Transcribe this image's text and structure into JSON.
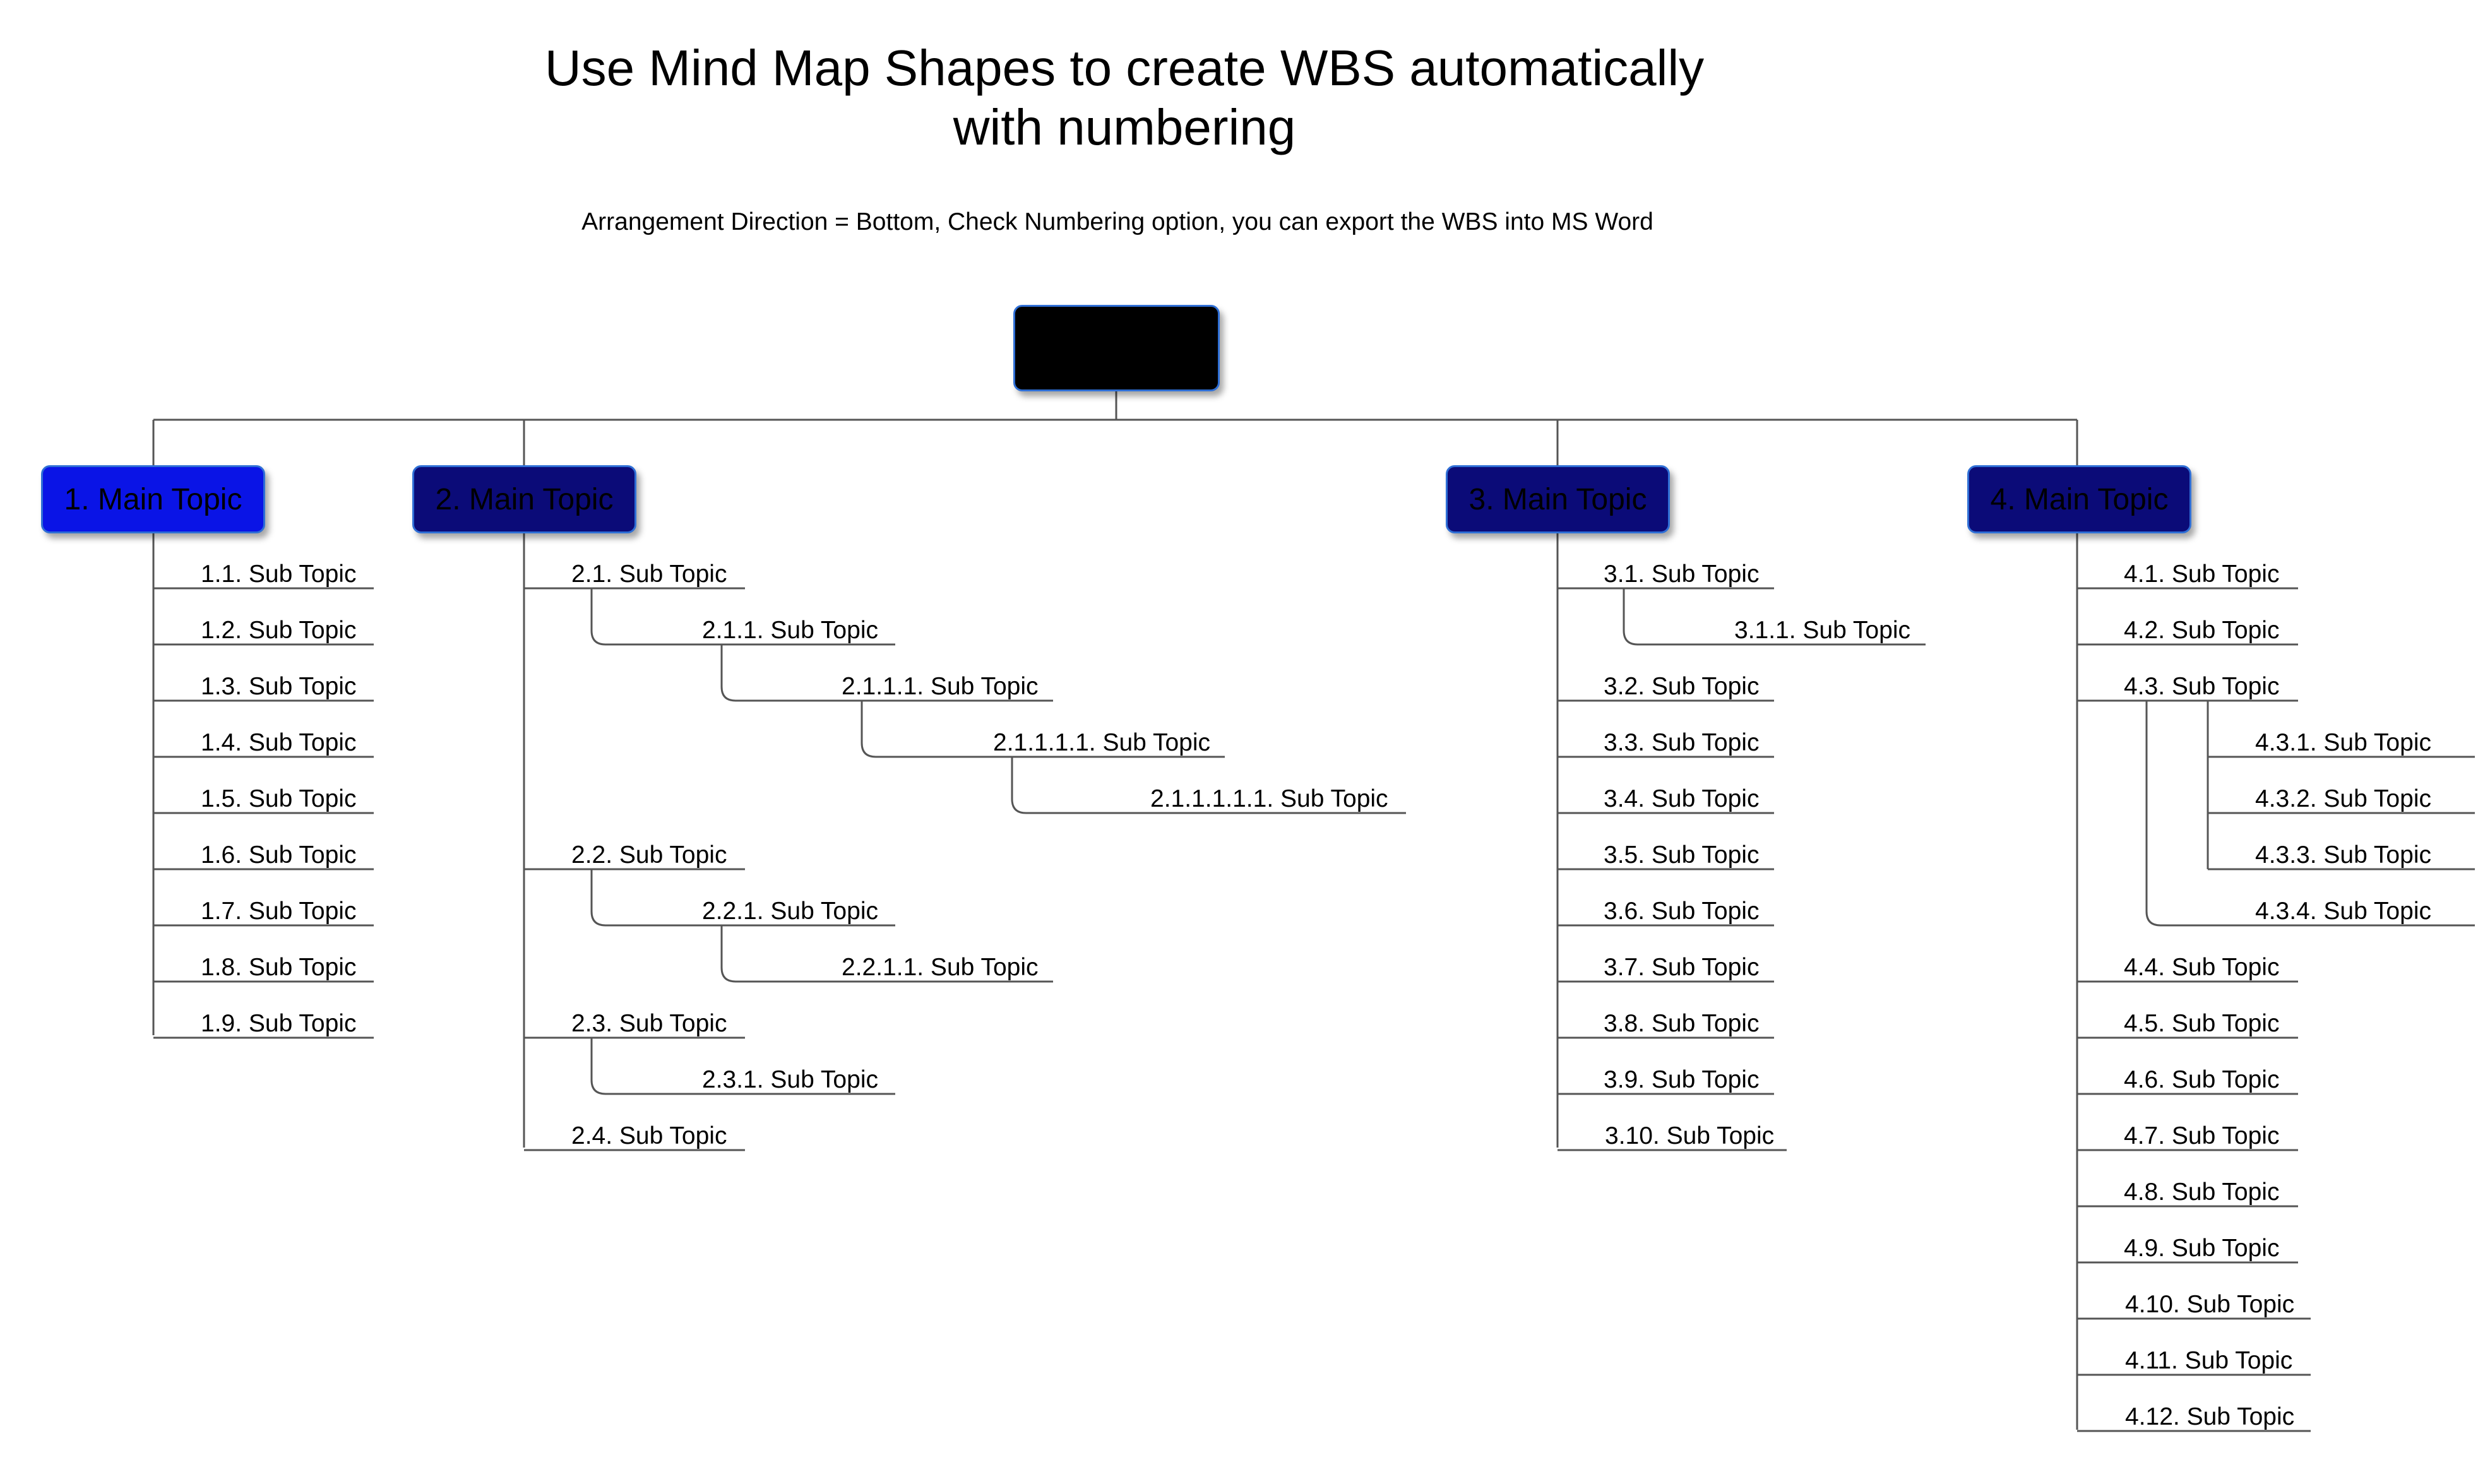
{
  "title": {
    "line1": "Use Mind Map Shapes to create WBS automatically",
    "line2": "with numbering"
  },
  "subtitle": "Arrangement Direction = Bottom, Check Numbering option, you can export the WBS into MS Word",
  "root": {
    "label": "",
    "color": "#000000"
  },
  "colors": {
    "line": "#555555",
    "border": "#2f6fd6",
    "main1": "#0a14e6",
    "main_other": "#0b0b78"
  },
  "mains": [
    {
      "label": "1. Main Topic",
      "color": "#0a14e6"
    },
    {
      "label": "2. Main Topic",
      "color": "#0b0b78"
    },
    {
      "label": "3. Main Topic",
      "color": "#0b0b78"
    },
    {
      "label": "4. Main Topic",
      "color": "#0b0b78"
    }
  ],
  "subs": {
    "s1_1": "1.1. Sub Topic",
    "s1_2": "1.2. Sub Topic",
    "s1_3": "1.3. Sub Topic",
    "s1_4": "1.4. Sub Topic",
    "s1_5": "1.5. Sub Topic",
    "s1_6": "1.6. Sub Topic",
    "s1_7": "1.7. Sub Topic",
    "s1_8": "1.8. Sub Topic",
    "s1_9": "1.9. Sub Topic",
    "s2_1": "2.1. Sub Topic",
    "s2_1_1": "2.1.1. Sub Topic",
    "s2_1_1_1": "2.1.1.1. Sub Topic",
    "s2_1_1_1_1": "2.1.1.1.1. Sub Topic",
    "s2_1_1_1_1_1": "2.1.1.1.1.1. Sub Topic",
    "s2_2": "2.2. Sub Topic",
    "s2_2_1": "2.2.1. Sub Topic",
    "s2_2_1_1": "2.2.1.1. Sub Topic",
    "s2_3": "2.3. Sub Topic",
    "s2_3_1": "2.3.1. Sub Topic",
    "s2_4": "2.4. Sub Topic",
    "s3_1": "3.1. Sub Topic",
    "s3_1_1": "3.1.1. Sub Topic",
    "s3_2": "3.2. Sub Topic",
    "s3_3": "3.3. Sub Topic",
    "s3_4": "3.4. Sub Topic",
    "s3_5": "3.5. Sub Topic",
    "s3_6": "3.6. Sub Topic",
    "s3_7": "3.7. Sub Topic",
    "s3_8": "3.8. Sub Topic",
    "s3_9": "3.9. Sub Topic",
    "s3_10": "3.10. Sub Topic",
    "s4_1": "4.1. Sub Topic",
    "s4_2": "4.2. Sub Topic",
    "s4_3": "4.3. Sub Topic",
    "s4_3_1": "4.3.1. Sub Topic",
    "s4_3_2": "4.3.2. Sub Topic",
    "s4_3_3": "4.3.3. Sub Topic",
    "s4_3_4": "4.3.4. Sub Topic",
    "s4_4": "4.4. Sub Topic",
    "s4_5": "4.5. Sub Topic",
    "s4_6": "4.6. Sub Topic",
    "s4_7": "4.7. Sub Topic",
    "s4_8": "4.8. Sub Topic",
    "s4_9": "4.9. Sub Topic",
    "s4_10": "4.10. Sub Topic",
    "s4_11": "4.11. Sub Topic",
    "s4_12": "4.12. Sub Topic"
  }
}
